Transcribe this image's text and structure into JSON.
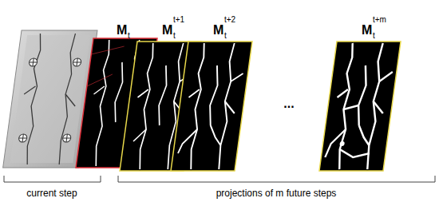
{
  "diagram": {
    "labels": [
      "M",
      "t",
      "M",
      "t+1",
      "t",
      "M",
      "t+2",
      "t",
      "...",
      "M",
      "t+m",
      "t",
      "current step",
      "projections of m future steps"
    ]
  }
}
